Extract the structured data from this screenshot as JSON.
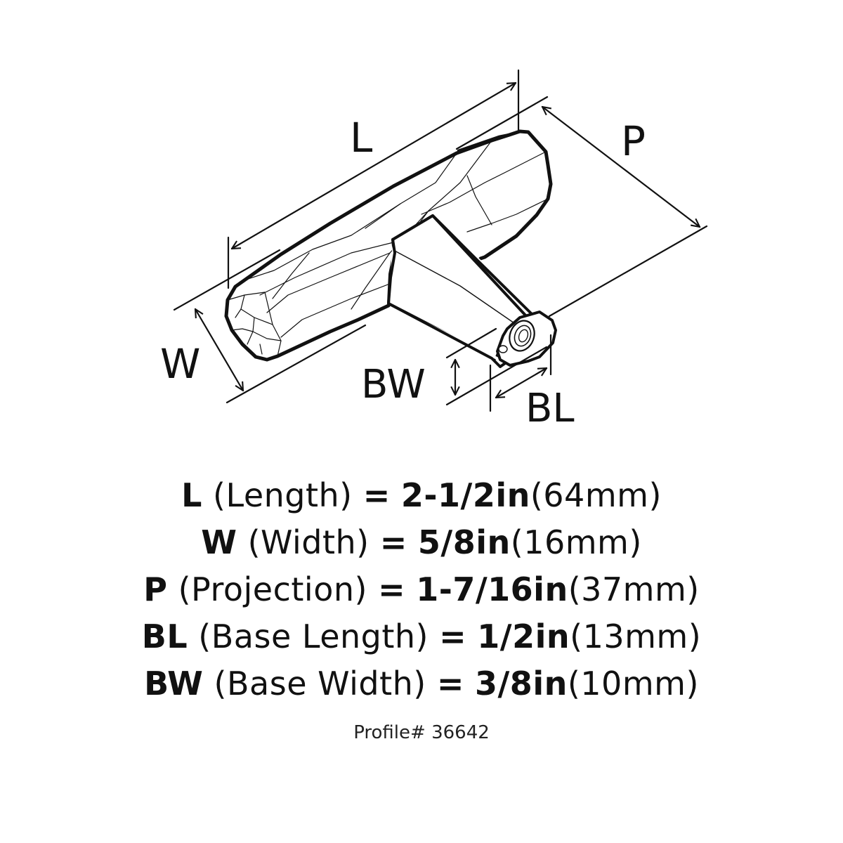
{
  "diagram": {
    "subject": "T-bar cabinet knob, dimensioned isometric line drawing",
    "dimension_labels": {
      "L": "L",
      "P": "P",
      "W": "W",
      "BW": "BW",
      "BL": "BL"
    },
    "colors": {
      "line": "#111111",
      "background": "#ffffff"
    }
  },
  "specs": [
    {
      "code": "L",
      "desc": "(Length)",
      "eq": "=",
      "imperial": "2-1/2in",
      "metric": "(64mm)"
    },
    {
      "code": "W",
      "desc": "(Width)",
      "eq": "=",
      "imperial": "5/8in",
      "metric": "(16mm)"
    },
    {
      "code": "P",
      "desc": "(Projection)",
      "eq": "=",
      "imperial": "1-7/16in",
      "metric": "(37mm)"
    },
    {
      "code": "BL",
      "desc": "(Base Length)",
      "eq": "=",
      "imperial": "1/2in",
      "metric": "(13mm)"
    },
    {
      "code": "BW",
      "desc": "(Base Width)",
      "eq": "=",
      "imperial": "3/8in",
      "metric": "(10mm)"
    }
  ],
  "profile": "Profile# 36642"
}
